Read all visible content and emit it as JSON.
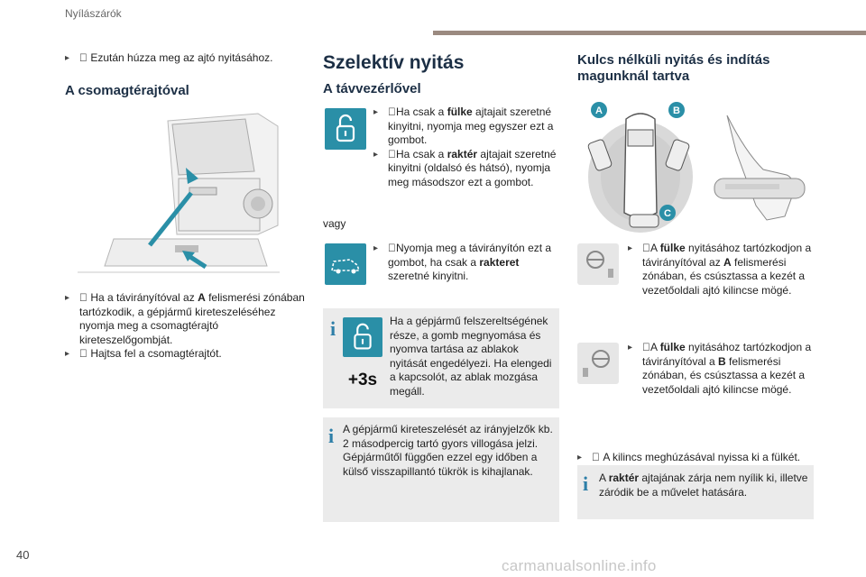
{
  "header": {
    "section": "Nyílászárók",
    "page_number": "40",
    "watermark": "carmanualsonline.info"
  },
  "colors": {
    "accent": "#2a8fa7",
    "heading": "#1c2f45",
    "info_bar": "#2e7fa8",
    "header_bar": "#9b8a80"
  },
  "left": {
    "intro_bullet": "Ezután húzza meg az ajtó nyitásához.",
    "heading": "A csomagtérajtóval",
    "bullets": [
      {
        "pre": "Ha a távirányítóval az ",
        "bold": "A",
        "post": " felismerési zónában tartózkodik, a gépjármű kireteszeléséhez nyomja meg a csomagtérajtó kireteszelőgombját."
      },
      {
        "text": "Hajtsa fel a csomagtérajtót."
      }
    ]
  },
  "middle": {
    "heading": "Szelektív nyitás",
    "subheading": "A távvezérlővel",
    "block1": [
      {
        "pre": "Ha csak a ",
        "bold": "fülke",
        "post": " ajtajait szeretné kinyitni, nyomja meg egyszer ezt a gombot."
      },
      {
        "pre": "Ha csak a ",
        "bold": "raktér",
        "post": " ajtajait szeretné kinyitni (oldalsó és hátsó), nyomja meg másodszor ezt a gombot."
      }
    ],
    "or": "vagy",
    "block2": {
      "pre": "Nyomja meg a távirányítón ezt a gombot, ha csak a ",
      "bold": "rakteret",
      "post": " szeretné kinyitni."
    },
    "info1": "Ha a gépjármű felszereltségének része, a gomb megnyomása és nyomva tartása az ablakok nyitását engedélyezi. Ha elengedi a kapcsolót, az ablak mozgása megáll.",
    "info1_badge": "+3s",
    "info2_line1": "A gépjármű kireteszelését az irányjelzők kb. 2 másodpercig tartó gyors villogása jelzi.",
    "info2_line2": "Gépjárműtől függően ezzel egy időben a külső visszapillantó tükrök is kihajlanak."
  },
  "right": {
    "heading": "Kulcs nélküli nyitás és indítás magunknál tartva",
    "zone_labels": [
      "A",
      "B",
      "C"
    ],
    "item1": {
      "pre": "A ",
      "bold": "fülke",
      "mid": " nyitásához tartózkodjon a távirányítóval az ",
      "bold2": "A",
      "post": " felismerési zónában, és csúsztassa a kezét a vezetőoldali ajtó kilincse mögé."
    },
    "item2": {
      "pre": "A ",
      "bold": "fülke",
      "mid": " nyitásához tartózkodjon a távirányítóval a ",
      "bold2": "B",
      "post": " felismerési zónában, és csúsztassa a kezét a vezetőoldali ajtó kilincse mögé."
    },
    "bullet": "A kilincs meghúzásával nyissa ki a fülkét.",
    "info": {
      "pre": "A ",
      "bold": "raktér",
      "post": " ajtajának zárja nem nyílik ki, illetve záródik be a művelet hatására."
    }
  }
}
